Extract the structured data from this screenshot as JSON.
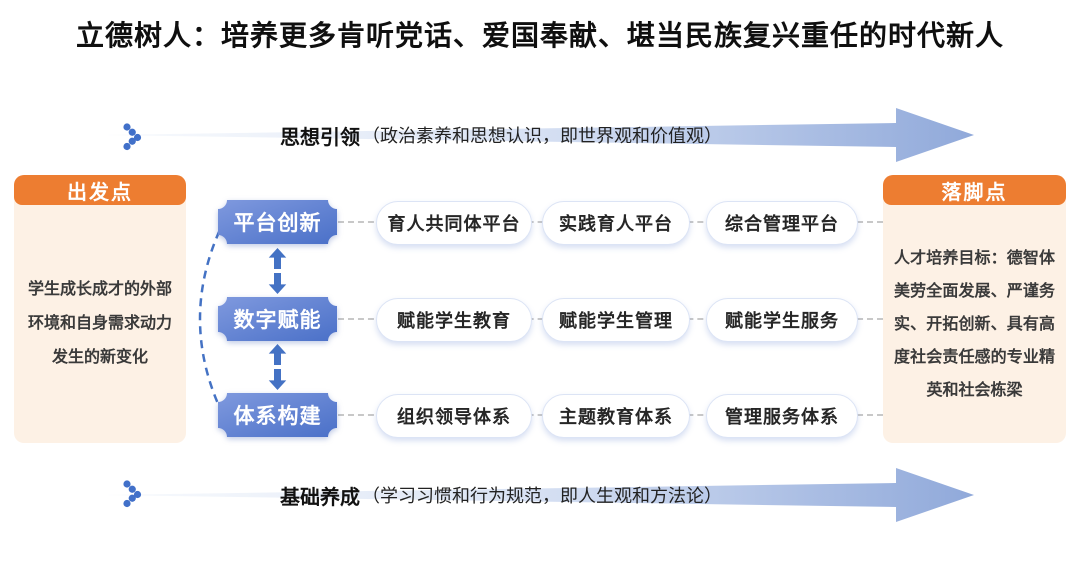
{
  "title": "立德树人：培养更多肯听党话、爱国奉献、堪当民族复兴重任的时代新人",
  "top_arrow": {
    "label": "思想引领",
    "description": "（政治素养和思想认识，即世界观和价值观）"
  },
  "bottom_arrow": {
    "label": "基础养成",
    "description": "（学习习惯和行为规范，即人生观和方法论）"
  },
  "left_card": {
    "header": "出发点",
    "body": "学生成长成才的外部环境和自身需求动力发生的新变化"
  },
  "right_card": {
    "header": "落脚点",
    "body": "人才培养目标：德智体美劳全面发展、严谨务实、开拓创新、具有高度社会责任感的专业精英和社会栋梁"
  },
  "rows": [
    {
      "category": "平台创新",
      "items": [
        "育人共同体平台",
        "实践育人平台",
        "综合管理平台"
      ]
    },
    {
      "category": "数字赋能",
      "items": [
        "赋能学生教育",
        "赋能学生管理",
        "赋能学生服务"
      ]
    },
    {
      "category": "体系构建",
      "items": [
        "组织领导体系",
        "主题教育体系",
        "管理服务体系"
      ]
    }
  ],
  "icons": {
    "chevron": "dotted-chevron-right"
  },
  "colors": {
    "orange": "#ED7D31",
    "cream": "#FDF1E5",
    "node_blue_light": "#7F99DE",
    "node_blue_dark": "#4A70C8",
    "arrow_blue": "#4472C4",
    "arrow_fill_end": "#90A9DA",
    "pill_border": "#DCE4F5",
    "dash_gray": "#C8C8C8"
  }
}
